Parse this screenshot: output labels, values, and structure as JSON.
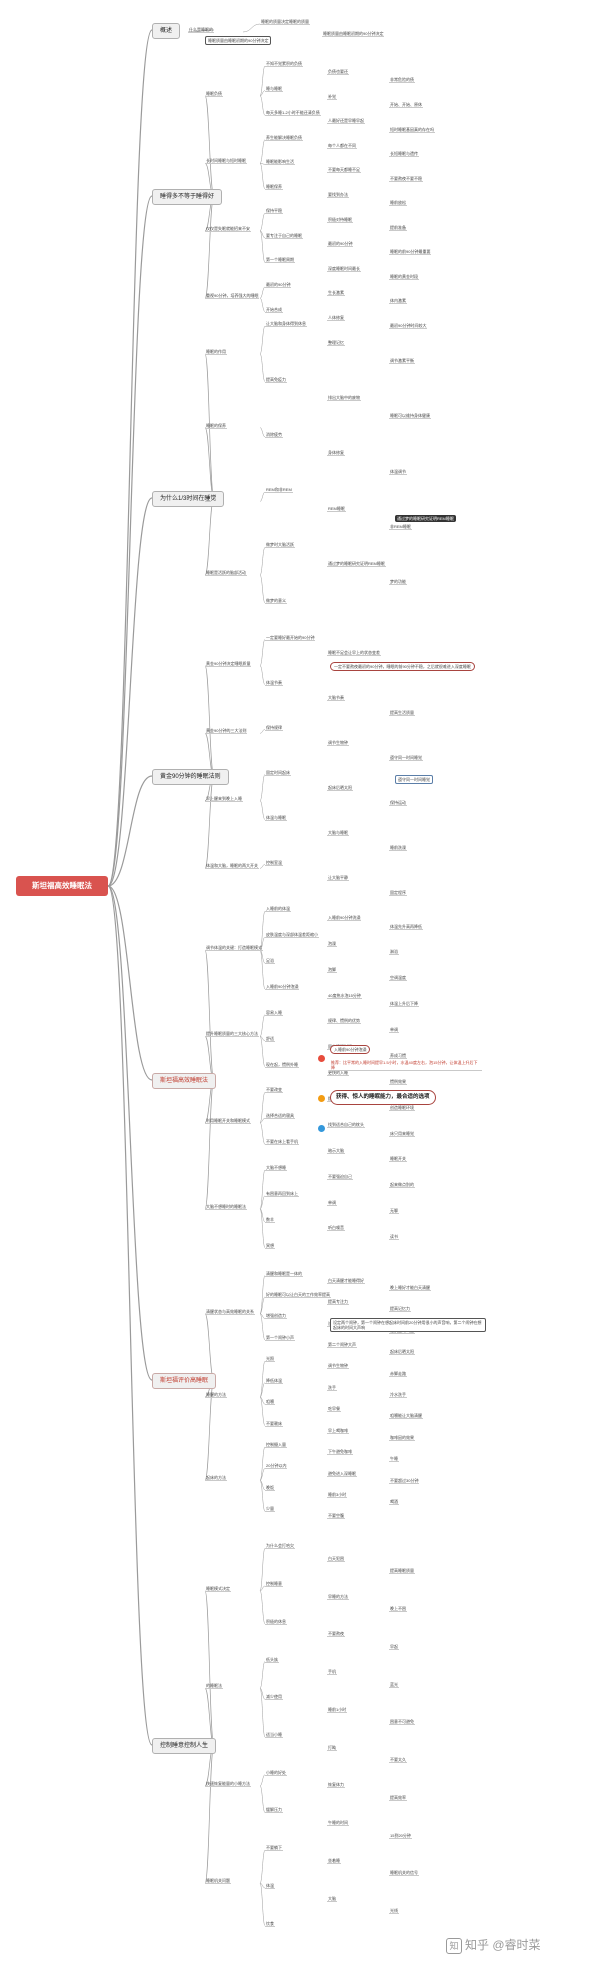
{
  "root": "斯坦福高效睡眠法",
  "colors": {
    "root": "#d9534f",
    "branch_red": "#c0392b",
    "line": "#9a9a9a"
  },
  "branches": [
    {
      "id": "b1",
      "label": "概述",
      "accent": false,
      "subs": [
        "什么是睡眠的"
      ],
      "leaves": [
        "睡眠的质量决定睡眠的质量",
        "睡眠质量由睡眠初期的90分钟决定"
      ]
    },
    {
      "id": "b2",
      "label": "睡得多不等于睡得好",
      "accent": false,
      "subs": [
        "睡眠负债",
        "长时间睡眠与短时睡眠",
        "仅仅是失眠就能招来不安",
        "重视90分钟，培养强大的睡眠"
      ],
      "leaves": [
        "不知不觉累积的负债",
        "负债也要还",
        "非常危险的债",
        "睡与睡眠",
        "补觉",
        "开始、开始、原休",
        "每天多睡1-2小时不能还清负债",
        "人最好还是早睡早起",
        "短时睡眠基因真的存在吗",
        "养生能解决睡眠负债",
        "每个人都在不同",
        "长短睡眠与遗传",
        "睡眠能影响生活",
        "不要每天都睡不足",
        "不要熬夜不要不稳",
        "睡眠保养",
        "要找到办法",
        "睡前放松",
        "保持平稳",
        "积极对待睡眠",
        "提前准备",
        "要专注于自己的睡眠",
        "最初的90分钟",
        "睡眠的前90分钟最重要",
        "第一个睡眠周期",
        "深度睡眠时间最长",
        "睡眠的黄金时段",
        "最初的90分钟",
        "生长激素",
        "体内激素",
        "开始合成",
        "人体修复",
        "最初90分钟时间较大"
      ]
    },
    {
      "id": "b3",
      "label": "为什么1/3时间在睡觉",
      "accent": false,
      "subs": [
        "睡眠的作用",
        "睡眠的保养",
        "梦",
        "睡眠是活跃的脑部活动"
      ],
      "leaves": [
        "让大脑和身体得到休息",
        "整理记忆",
        "调节激素平衡",
        "提高免疫力",
        "排出大脑中的废物",
        "睡眠可以维持身体健康",
        "消除疲劳",
        "身体修复",
        "体温调节",
        "REM和非REM",
        "REM睡眠",
        "非REM睡眠",
        "做梦时大脑活跃",
        "通过梦的睡眠研究证明REM睡眠",
        "梦的功能",
        "做梦的意义"
      ]
    },
    {
      "id": "b4",
      "label": "黄金90分钟的睡眠法则",
      "accent": false,
      "subs": [
        "黄金90分钟决定睡眠质量",
        "黄金90分钟的三大法则",
        "早上醒来到晚上入睡",
        "体温和大脑，睡眠的两大开关"
      ],
      "leaves": [
        "一定要睡好最开始的90分钟",
        "睡眠不足会让早上的状态变差",
        "最初的90分钟如何决定一天",
        "体温节奏",
        "大脑节奏",
        "提高生活质量",
        "保持规律",
        "调节生物钟",
        "遵守同一时间睡觉",
        "固定时间起床",
        "起床后晒太阳",
        "保持运动",
        "体温与睡眠",
        "大脑与睡眠",
        "睡前洗澡",
        "控制室温",
        "让大脑平静",
        "固定程序"
      ]
    },
    {
      "id": "b5",
      "label": "斯坦福高效睡眠法",
      "accent": true,
      "subs": [
        "调节体温的关键：打造睡眠模式",
        "提升睡眠质量的三大核心方法",
        "利用睡眠开关和睡眠模式",
        "大脑不想睡时的睡眠法"
      ],
      "leaves": [
        "入睡前的体温",
        "入睡前90分钟洗澡",
        "体温先升高再降低",
        "皮肤温度与深部体温差距缩小",
        "泡澡",
        "淋浴",
        "足浴",
        "泡脚",
        "空调温度",
        "入睡前90分钟泡澡",
        "40度热水泡15分钟",
        "体温上升后下降",
        "容易入睡",
        "规律、惯例的优势",
        "单调",
        "舒适",
        "固定睡眠时间",
        "养成习惯",
        "现在起，惯例外睡",
        "更快的入睡",
        "惯例效果",
        "不要改变",
        "提前做好准备",
        "创造睡眠环境",
        "选择合适的寝具",
        "找到适合自己的枕头",
        "床只用来睡觉",
        "不要在床上看手机",
        "暗示大脑",
        "睡眠开关",
        "大脑不想睡",
        "不要强迫自己",
        "起来做点别的",
        "有困意再回到床上",
        "单调",
        "无聊",
        "数羊",
        "听白噪音",
        "读书",
        "冥想"
      ]
    },
    {
      "id": "b6",
      "label": "斯坦福评价高睡眠",
      "accent": true,
      "subs": [
        "清醒状态与高效睡眠的关系",
        "睡醒的方法",
        "起床的方法"
      ],
      "leaves": [
        "清醒和睡眠是一体的",
        "白天清醒才能睡得好",
        "晚上睡好才能白天清醒",
        "好的睡眠可以让白天的工作效率提高",
        "提高专注力",
        "提高记忆力",
        "增强创造力",
        "设定两个闹钟",
        "在快醒时叫醒",
        "第一个闹钟小声",
        "第二个闹钟大声",
        "起床后晒太阳",
        "光照",
        "调节生物钟",
        "赤脚走路",
        "降低体温",
        "洗手",
        "冷水洗手",
        "咀嚼",
        "吃早餐",
        "咀嚼能让大脑清醒",
        "不要赖床",
        "早上喝咖啡",
        "咖啡因的效果",
        "控制摄入量",
        "下午避免咖啡",
        "午睡",
        "20分钟以内",
        "避免进入深睡眠",
        "不要超过30分钟",
        "晚饭",
        "睡前3小时",
        "喝酒",
        "少量",
        "不要空腹"
      ]
    },
    {
      "id": "b7",
      "label": "控制睡意控制人生",
      "accent": false,
      "subs": [
        "睡眠模式决定",
        "的睡眠法",
        "快速恢复能量的小睡方法",
        "睡眠机关问题"
      ],
      "leaves": [
        "为什么会打哈欠",
        "白天犯困",
        "提高睡眠质量",
        "控制睡意",
        "早睡的方法",
        "晚上不困",
        "积极的休息",
        "不要熬夜",
        "早起",
        "低头族",
        "手机",
        "蓝光",
        "减少使用",
        "睡前1小时",
        "困意不可避免",
        "适当小睡",
        "打盹",
        "不要太久",
        "小睡的好处",
        "恢复体力",
        "提高效率",
        "缓解压力",
        "午睡的时间",
        "15到20分钟",
        "不要躺下",
        "坐着睡",
        "睡眠机关的信号",
        "体温",
        "大脑",
        "光线",
        "饮食"
      ]
    }
  ],
  "highlights": {
    "b3_box": "通过梦的睡眠研究证明REM睡眠",
    "b4_redbox": "一定不要熬夜最初的90分钟，睡眠的前90分钟不稳，之后就很难进入深度睡眠",
    "b4_bluebox": "遵守同一时间睡觉",
    "b5_red1": "入睡前90分钟泡澡",
    "b5_redtext": "推荐：比平常的入睡时间提早1.5小时，水温40度左右，泡15分钟，让体温上升后下降",
    "b5_big": "获得、惊人的睡眠能力，最合适的选项",
    "b6_box": "设定两个闹钟，第一个闹钟在想起床时间前20分钟用很小的声音响，第二个闹钟在想起床的时间大声响"
  },
  "watermark": {
    "icon": "知",
    "text": "知乎 @睿时菜"
  }
}
